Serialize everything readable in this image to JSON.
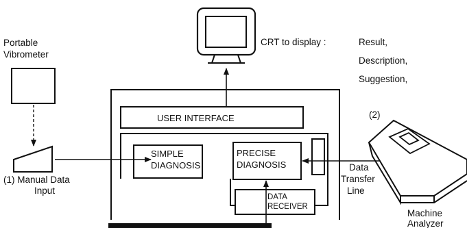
{
  "crt": {
    "label": "CRT to display :",
    "items": [
      "Result,",
      "Description,",
      "Suggestion,"
    ]
  },
  "portable": {
    "line1": "Portable",
    "line2": "Vibrometer"
  },
  "user_interface": "USER INTERFACE",
  "simple": {
    "line1": "SIMPLE",
    "line2": "DIAGNOSIS"
  },
  "precise": {
    "line1": "PRECISE",
    "line2": "DIAGNOSIS"
  },
  "receiver": {
    "line1": "DATA",
    "line2": "RECEIVER"
  },
  "manual": {
    "line1": "(1)  Manual Data",
    "line2": "Input"
  },
  "transfer": {
    "line1": "Data",
    "line2": "Transfer",
    "line3": "Line"
  },
  "analyzer": {
    "marker": "(2)",
    "line1": "Machine",
    "line2": "Analyzer"
  }
}
